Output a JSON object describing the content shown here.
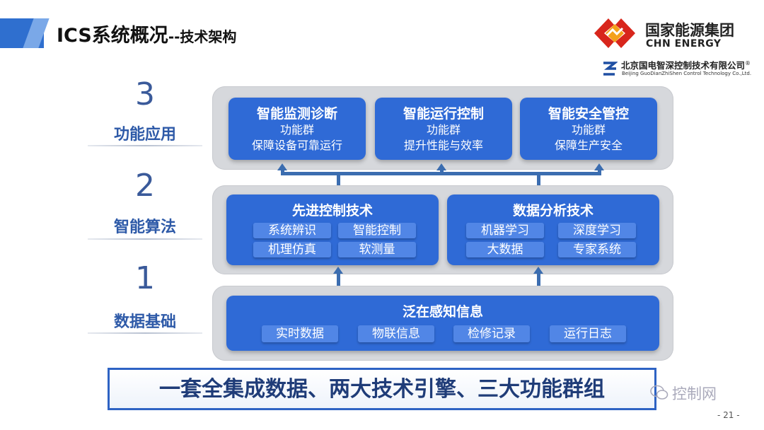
{
  "header": {
    "title_main": "ICS系统概况",
    "title_sub": "--技术架构",
    "logo_cn": "国家能源集团",
    "logo_en": "CHN ENERGY",
    "sub_company_cn": "北京国电智深控制技术有限公司",
    "sub_company_reg": "®",
    "sub_company_en": "Beijing GuoDianZhiShen Control Technology Co.,Ltd."
  },
  "levels": [
    {
      "num": "3",
      "label": "功能应用"
    },
    {
      "num": "2",
      "label": "智能算法"
    },
    {
      "num": "1",
      "label": "数据基础"
    }
  ],
  "layer3": [
    {
      "title": "智能监测诊断",
      "line1": "功能群",
      "line2": "保障设备可靠运行"
    },
    {
      "title": "智能运行控制",
      "line1": "功能群",
      "line2": "提升性能与效率"
    },
    {
      "title": "智能安全管控",
      "line1": "功能群",
      "line2": "保障生产安全"
    }
  ],
  "layer2": [
    {
      "title": "先进控制技术",
      "chips": [
        "系统辨识",
        "智能控制",
        "机理仿真",
        "软测量"
      ]
    },
    {
      "title": "数据分析技术",
      "chips": [
        "机器学习",
        "深度学习",
        "大数据",
        "专家系统"
      ]
    }
  ],
  "layer1": {
    "title": "泛在感知信息",
    "chips": [
      "实时数据",
      "物联信息",
      "检修记录",
      "运行日志"
    ]
  },
  "banner": "一套全集成数据、两大技术引擎、三大功能群组",
  "watermark": "控制网",
  "page_number": "- 21 -",
  "colors": {
    "accent": "#2f6ad6",
    "chip": "#5186e6",
    "panel": "#d6d8dc",
    "label": "#2e5aa8"
  }
}
